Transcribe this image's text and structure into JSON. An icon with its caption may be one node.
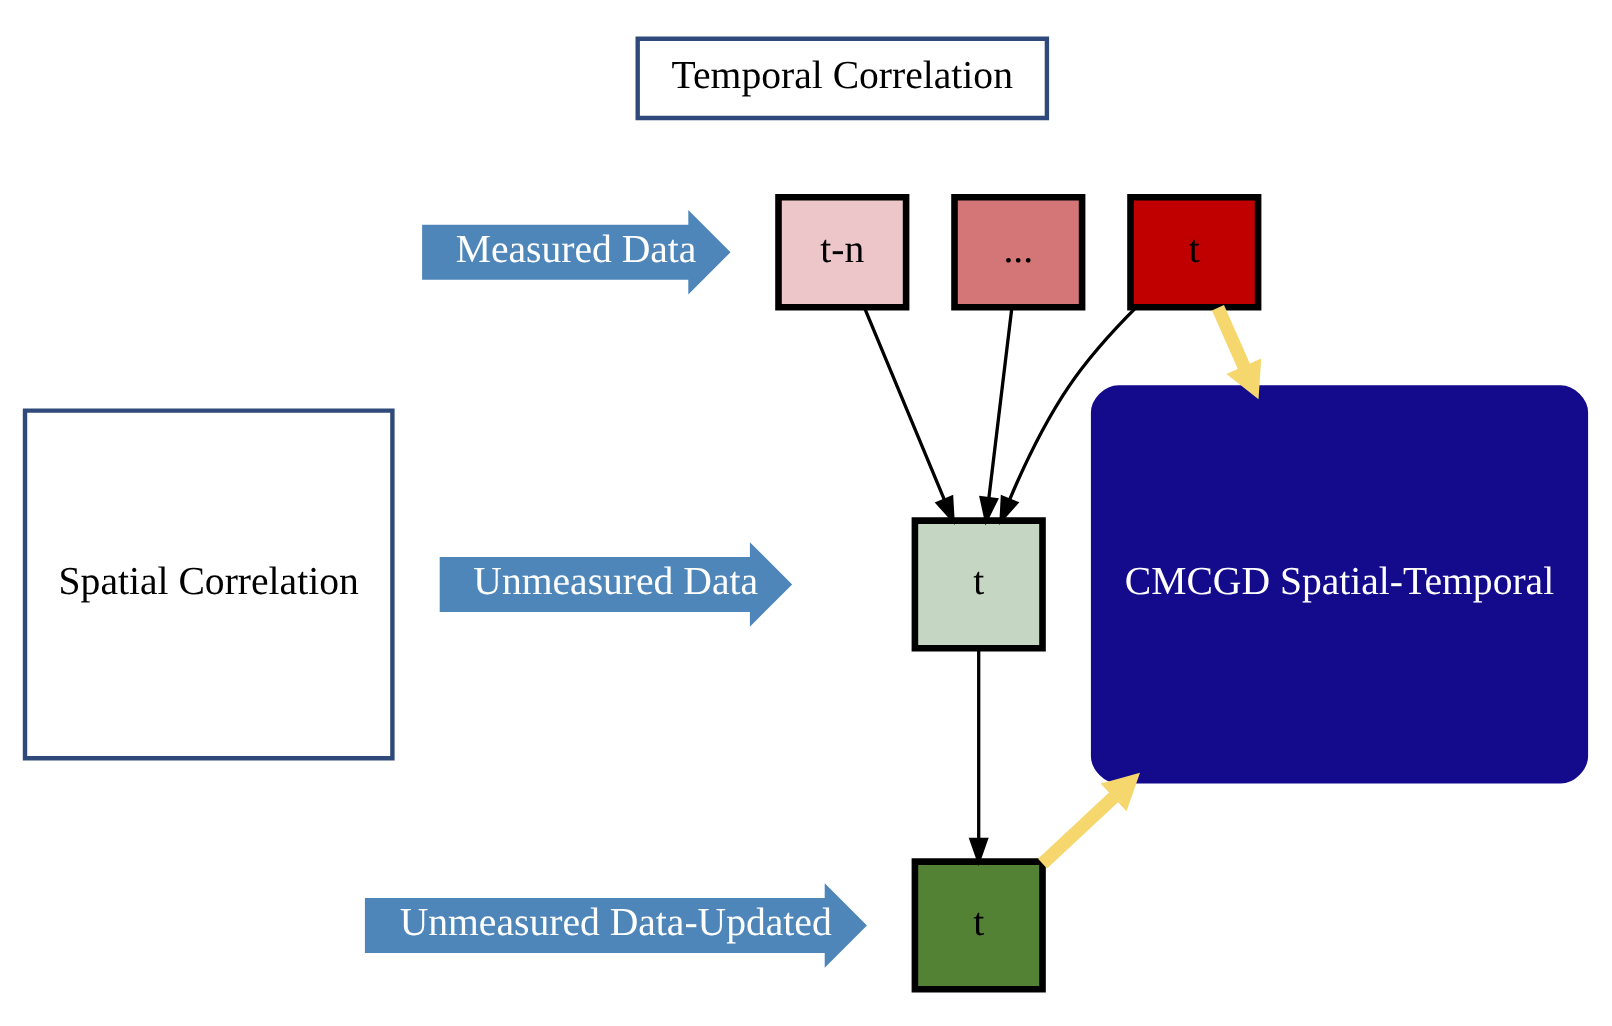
{
  "diagram": {
    "nodes": [
      {
        "text": [
          "Temporal Correlation"
        ]
      },
      {
        "text": [
          "Spatial Correlation"
        ]
      },
      {
        "text": [
          "Measured Data"
        ]
      },
      {
        "text": [
          "t-n"
        ]
      },
      {
        "text": [
          "..."
        ]
      },
      {
        "text": [
          "t"
        ]
      },
      {
        "text": [
          "Unmeasured Data"
        ]
      },
      {
        "text": [
          "t"
        ]
      },
      {
        "text": [
          "Unmeasured Data-Updated"
        ]
      },
      {
        "text": [
          "t"
        ]
      },
      {
        "text": [
          "CMCGD Spatial-Temporal"
        ]
      }
    ],
    "edges": [
      {
        "from": 3,
        "to": 7,
        "arrow": "to"
      },
      {
        "from": 4,
        "to": 7,
        "arrow": "to"
      },
      {
        "from": 5,
        "to": 7,
        "arrow": "to"
      },
      {
        "from": 7,
        "to": 9,
        "arrow": "to"
      },
      {
        "from": 5,
        "to": 10,
        "arrow": "to",
        "style": "thick",
        "color": "#f5d76e"
      },
      {
        "from": 9,
        "to": 10,
        "arrow": "to",
        "style": "thick",
        "color": "#f5d76e"
      }
    ]
  }
}
